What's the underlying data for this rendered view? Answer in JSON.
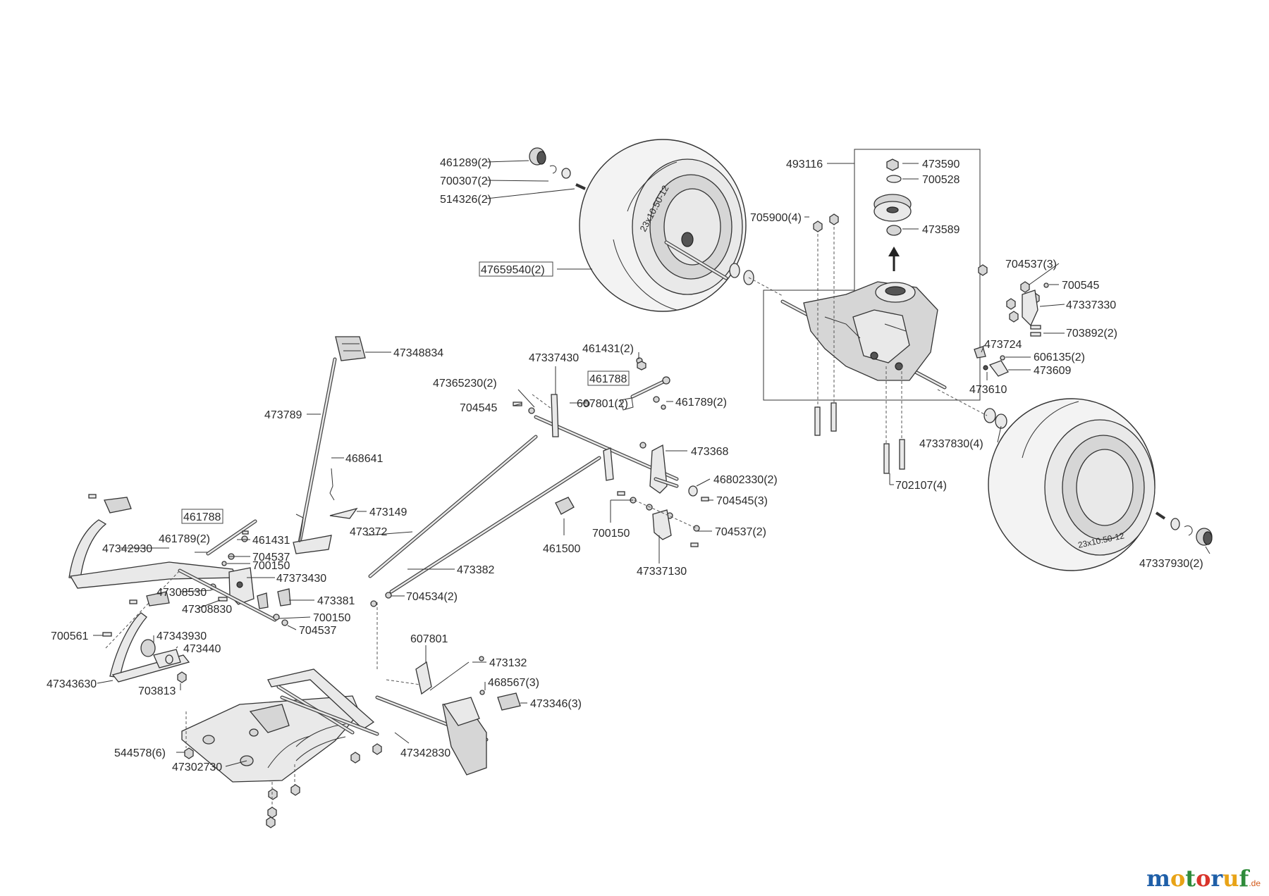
{
  "labels": {
    "p461289": "461289(2)",
    "p700307": "700307(2)",
    "p514326": "514326(2)",
    "p47659540": "47659540(2)",
    "p493116": "493116",
    "p473590": "473590",
    "p700528": "700528",
    "p705900": "705900(4)",
    "p473589": "473589",
    "p704537_3": "704537(3)",
    "p700545": "700545",
    "p47337330": "47337330",
    "p703892": "703892(2)",
    "p473724": "473724",
    "p606135": "606135(2)",
    "p473609": "473609",
    "p473610": "473610",
    "p47337830": "47337830(4)",
    "p702107": "702107(4)",
    "p47337930": "47337930(2)",
    "p47348834": "47348834",
    "p461431_2": "461431(2)",
    "p47337430": "47337430",
    "p461788_top": "461788",
    "p47365230": "47365230(2)",
    "p607801_2": "607801(2)",
    "p461789_2top": "461789(2)",
    "p704545": "704545",
    "p473789": "473789",
    "p473368": "473368",
    "p468641": "468641",
    "p46802330": "46802330(2)",
    "p704545_3": "704545(3)",
    "p461788_left": "461788",
    "p473149": "473149",
    "p473372": "473372",
    "p700150_mid": "700150",
    "p704537_2": "704537(2)",
    "p461789_2left": "461789(2)",
    "p461431": "461431",
    "p461500": "461500",
    "p47342930": "47342930",
    "p704537_a": "704537",
    "p700150_a": "700150",
    "p47373430": "47373430",
    "p47337130": "47337130",
    "p473382": "473382",
    "p47308530": "47308530",
    "p473381": "473381",
    "p704534": "704534(2)",
    "p47308830": "47308830",
    "p700150_b": "700150",
    "p704537_b": "704537",
    "p700561": "700561",
    "p47343930": "47343930",
    "p473440": "473440",
    "p607801": "607801",
    "p473132": "473132",
    "p47343630": "47343630",
    "p703813": "703813",
    "p468567": "468567(3)",
    "p473346": "473346(3)",
    "p544578": "544578(6)",
    "p47342830": "47342830",
    "p47302730": "47302730",
    "tyre_text_left": "23x10.50-12",
    "tyre_text_right": "23x10.50-12"
  },
  "logo": {
    "part1": "moto",
    "part2": "ruf",
    "suffix": ".de",
    "colors": {
      "m": "#1f5fa8",
      "o1": "#e8a317",
      "t": "#2e8b3a",
      "o2": "#d9342b",
      "r": "#1f5fa8",
      "u": "#e8a317",
      "f": "#2e8b3a"
    }
  }
}
